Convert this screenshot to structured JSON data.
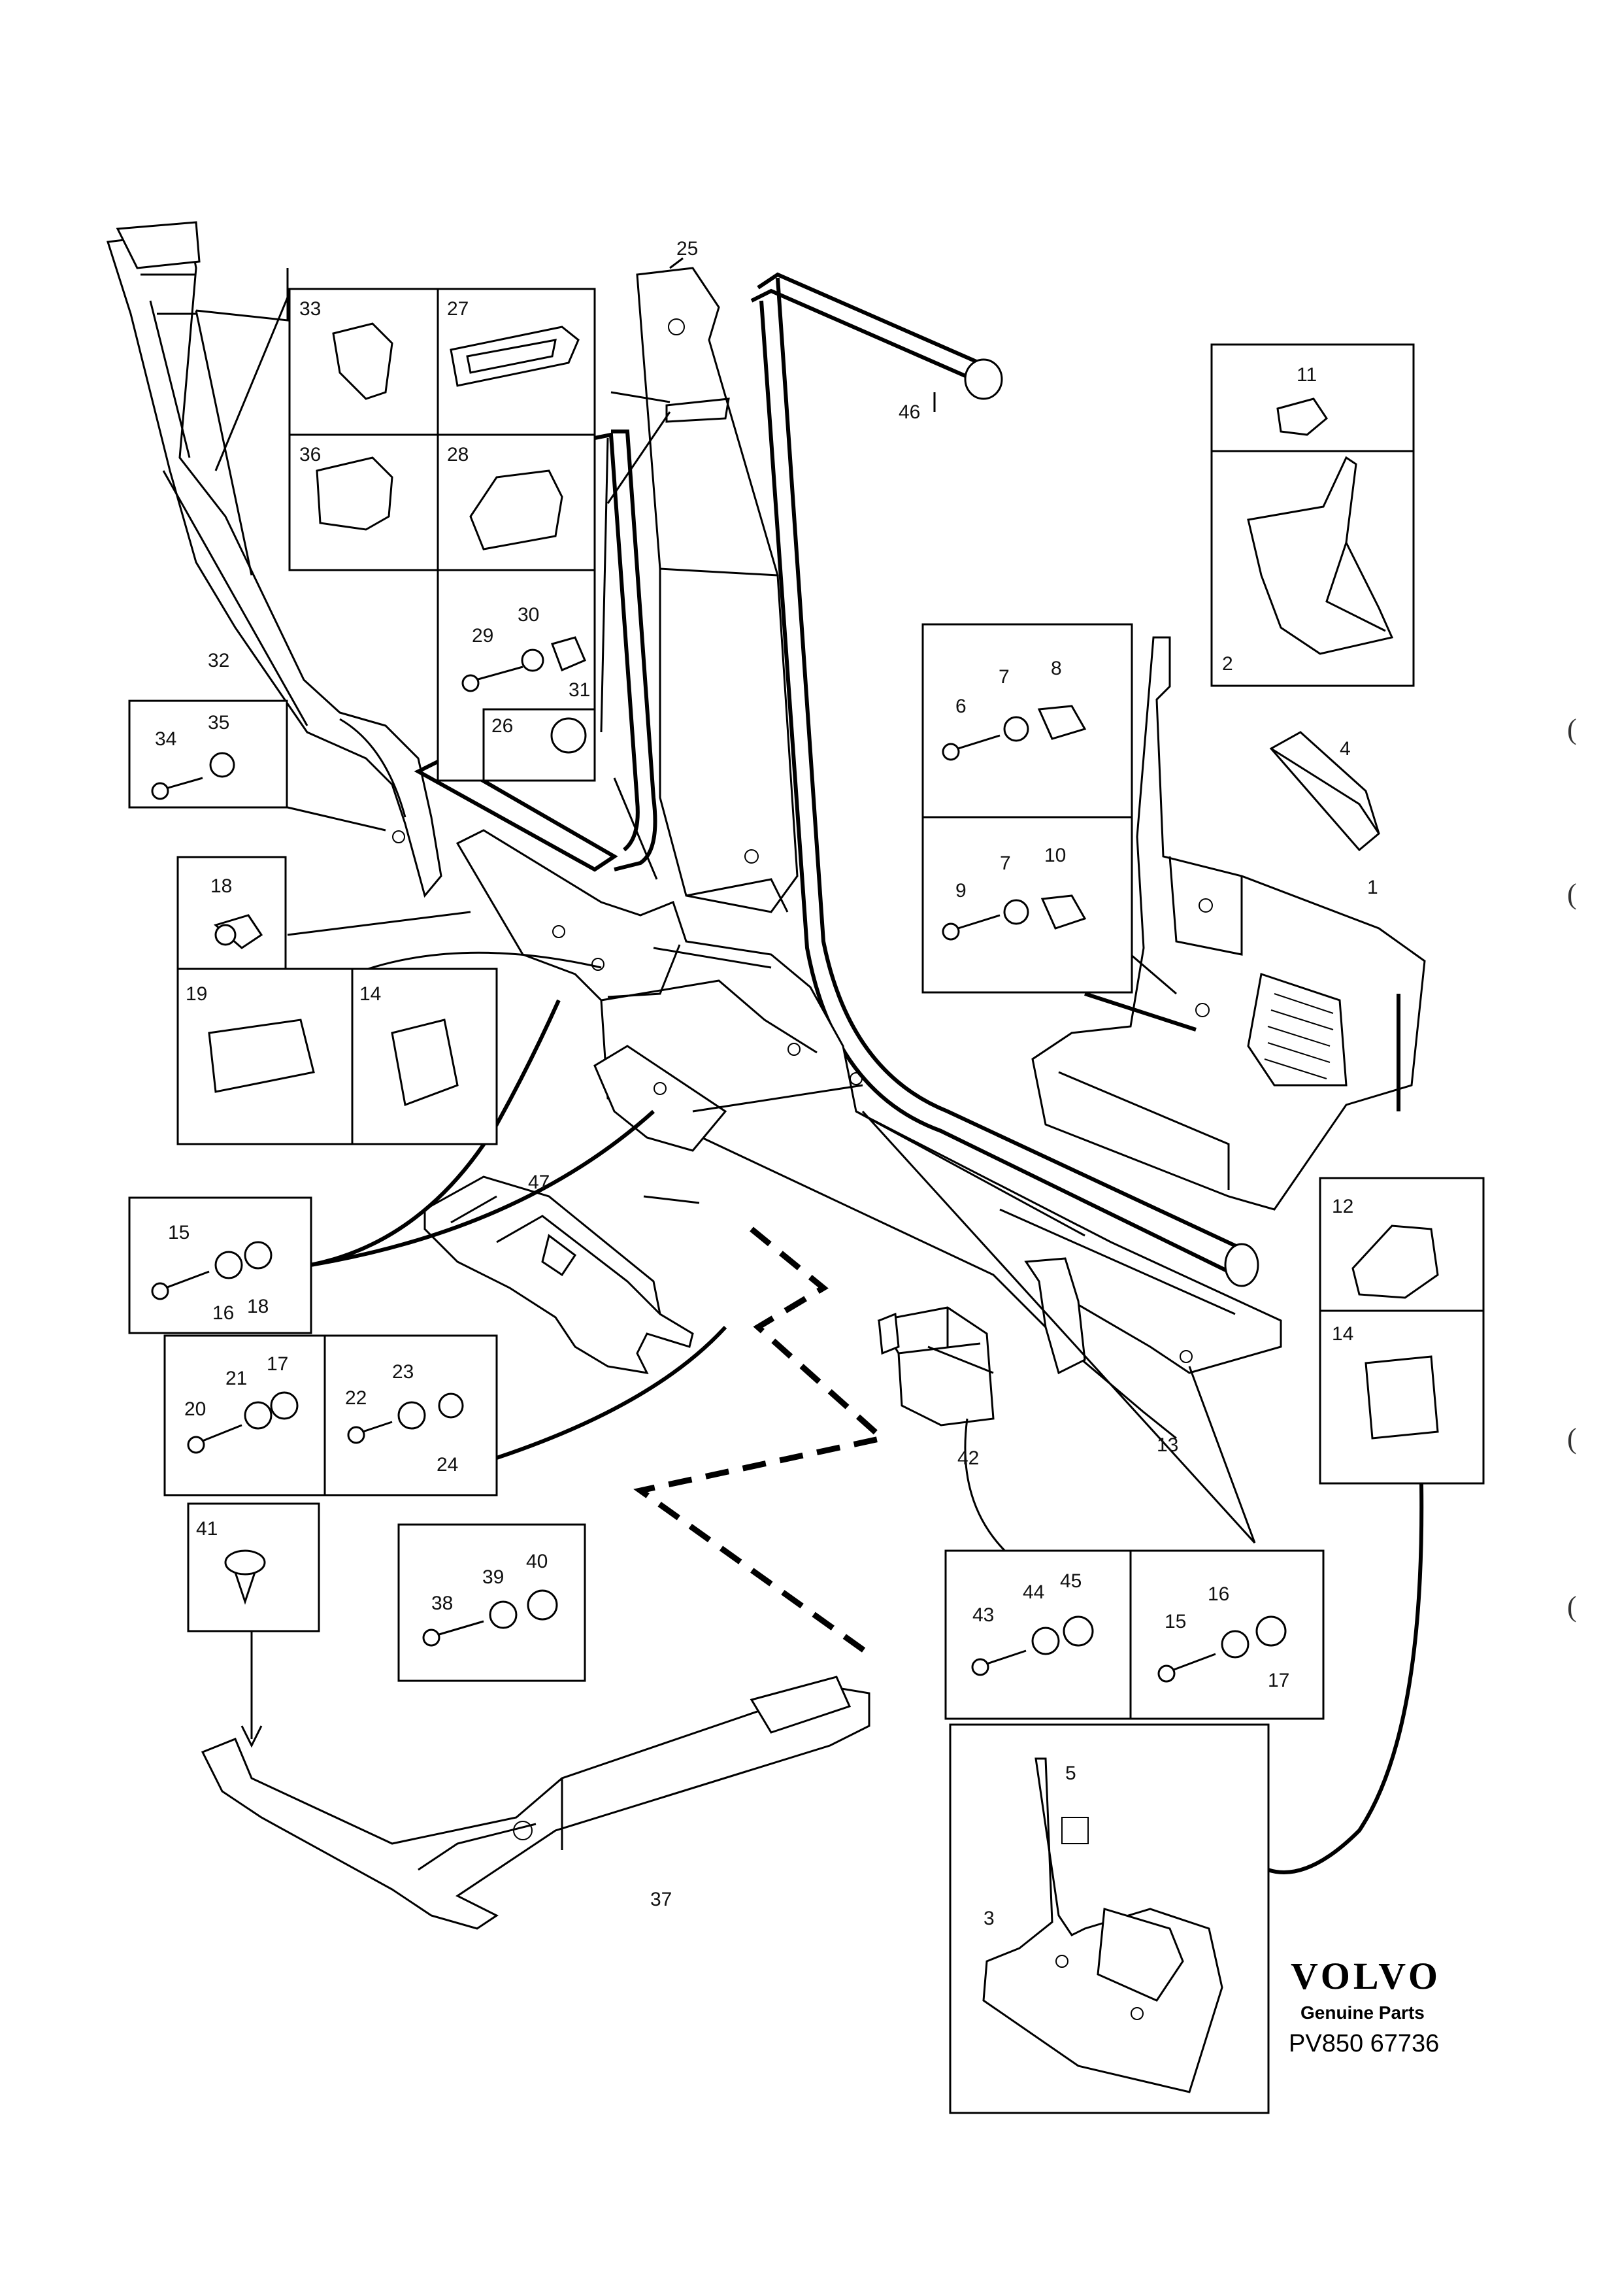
{
  "brand": {
    "logo": "VOLVO",
    "tagline": "Genuine Parts",
    "code": "PV850 67736"
  },
  "callouts": {
    "c1": "1",
    "c2": "2",
    "c3": "3",
    "c4": "4",
    "c5": "5",
    "c6": "6",
    "c7a": "7",
    "c7b": "7",
    "c8": "8",
    "c9": "9",
    "c10": "10",
    "c11": "11",
    "c12": "12",
    "c13": "13",
    "c14a": "14",
    "c14b": "14",
    "c15a": "15",
    "c15b": "15",
    "c16a": "16",
    "c16b": "16",
    "c17a": "17",
    "c17b": "17",
    "c18a": "18",
    "c18b": "18",
    "c19": "19",
    "c20": "20",
    "c21": "21",
    "c22": "22",
    "c23": "23",
    "c24": "24",
    "c25": "25",
    "c26": "26",
    "c27": "27",
    "c28": "28",
    "c29": "29",
    "c30": "30",
    "c31": "31",
    "c32": "32",
    "c33": "33",
    "c34": "34",
    "c35": "35",
    "c36": "36",
    "c37": "37",
    "c38": "38",
    "c39": "39",
    "c40": "40",
    "c41": "41",
    "c42": "42",
    "c43": "43",
    "c44": "44",
    "c45": "45",
    "c46": "46",
    "c47": "47"
  },
  "margin_marks": [
    "(",
    "(",
    "(",
    "("
  ]
}
